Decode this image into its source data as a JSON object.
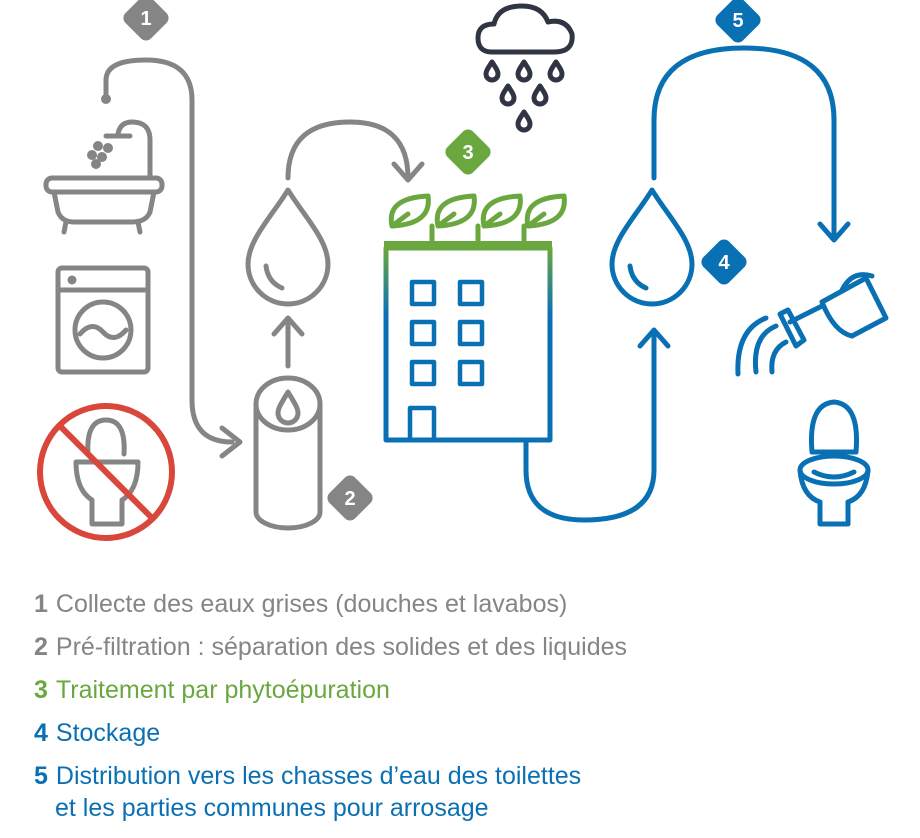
{
  "badges": [
    "1",
    "2",
    "3",
    "4",
    "5"
  ],
  "colors": {
    "gray": "#858585",
    "green": "#6aa83f",
    "blue": "#0a70b4",
    "dark": "#2f3542",
    "red": "#d9463b"
  },
  "icons": [
    "bathtub-shower-icon",
    "washing-machine-icon",
    "no-toilet-icon",
    "water-drop-icon",
    "filter-cylinder-icon",
    "green-roof-building-icon",
    "rain-cloud-icon",
    "watering-can-icon",
    "toilet-icon"
  ],
  "legend": [
    {
      "num": "1",
      "text": "Collecte des eaux grises (douches et lavabos)",
      "color": "gray"
    },
    {
      "num": "2",
      "text": "Pré-filtration : séparation des solides et des liquides",
      "color": "gray"
    },
    {
      "num": "3",
      "text": "Traitement par phytoépuration",
      "color": "green"
    },
    {
      "num": "4",
      "text": "Stockage",
      "color": "blue"
    },
    {
      "num": "5",
      "text": "Distribution vers les chasses d’eau des toilettes",
      "text2": "et les parties communes pour arrosage",
      "color": "blue"
    }
  ]
}
